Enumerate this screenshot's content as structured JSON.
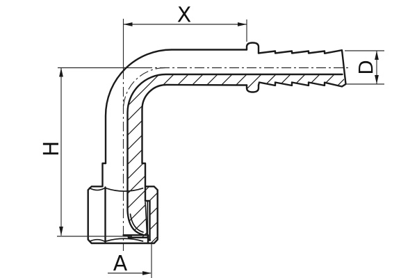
{
  "drawing": {
    "title": "90-degree elbow hose barb fitting with swivel nut, half-section technical drawing",
    "labels": {
      "x": "X",
      "h": "H",
      "d": "D",
      "a": "A"
    },
    "colors": {
      "line": "#1a1a1a",
      "background": "#ffffff"
    }
  }
}
